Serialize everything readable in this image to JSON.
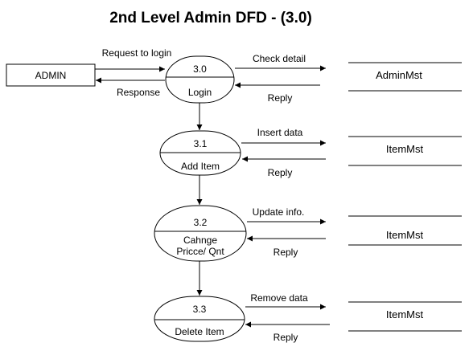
{
  "title": "2nd Level Admin DFD - (3.0)",
  "entity": {
    "label": "ADMIN"
  },
  "processes": [
    {
      "id": "3.0",
      "name_lines": [
        "Login"
      ]
    },
    {
      "id": "3.1",
      "name_lines": [
        "Add Item"
      ]
    },
    {
      "id": "3.2",
      "name_lines": [
        "Cahnge",
        "Pricce/ Qnt"
      ]
    },
    {
      "id": "3.3",
      "name_lines": [
        "Delete Item"
      ]
    }
  ],
  "stores": [
    {
      "label": "AdminMst"
    },
    {
      "label": "ItemMst"
    },
    {
      "label": "ItemMst"
    },
    {
      "label": "ItemMst"
    }
  ],
  "entity_flows": {
    "request": "Request to login",
    "response": "Response"
  },
  "store_flows": [
    {
      "out": "Check detail",
      "in": "Reply"
    },
    {
      "out": "Insert data",
      "in": "Reply"
    },
    {
      "out": "Update info.",
      "in": "Reply"
    },
    {
      "out": "Remove data",
      "in": "Reply"
    }
  ],
  "colors": {
    "line": "#000000",
    "background": "#ffffff"
  }
}
